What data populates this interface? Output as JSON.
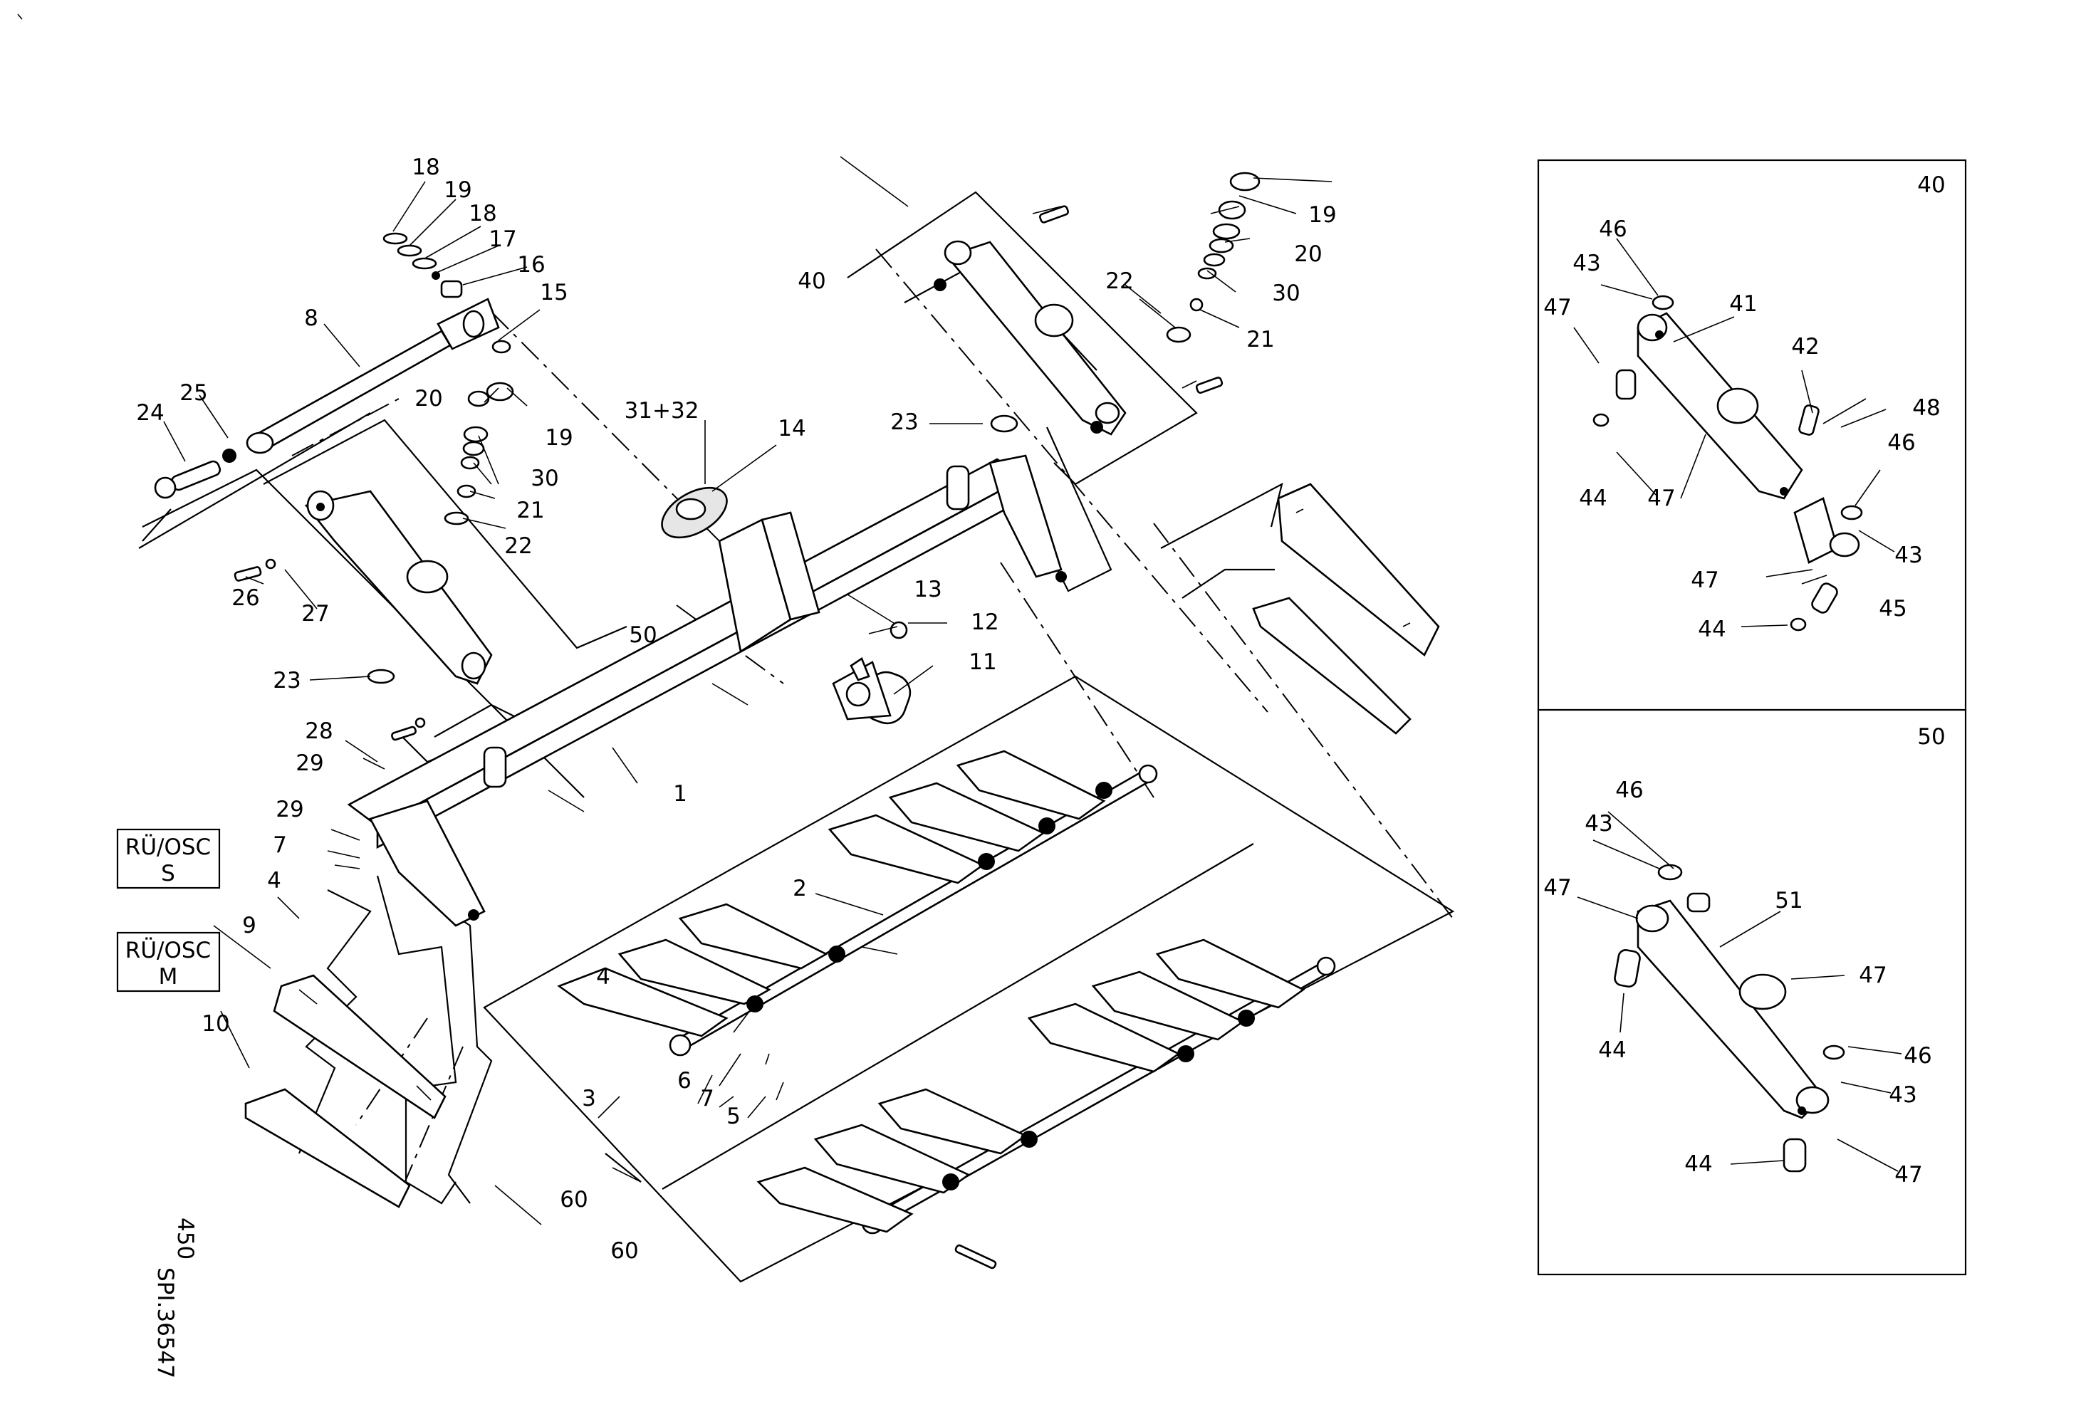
{
  "drawing": {
    "code": "SPI.36547",
    "page": "450"
  },
  "boxes": {
    "s_line1": "RÜ/OSC",
    "s_line2": "S",
    "m_line1": "RÜ/OSC",
    "m_line2": "M"
  },
  "insets": {
    "top_title": "40",
    "bottom_title": "50"
  },
  "callouts": {
    "c1": "1",
    "c2": "2",
    "c3": "3",
    "c4a": "4",
    "c4b": "4",
    "c5": "5",
    "c6": "6",
    "c7a": "7",
    "c7b": "7",
    "c8": "8",
    "c9": "9",
    "c10": "10",
    "c11": "11",
    "c12": "12",
    "c13": "13",
    "c14": "14",
    "c15": "15",
    "c16": "16",
    "c17": "17",
    "c18a": "18",
    "c18b": "18",
    "c19a": "19",
    "c19b": "19",
    "c19c": "19",
    "c20a": "20",
    "c20b": "20",
    "c21a": "21",
    "c21b": "21",
    "c22a": "22",
    "c22b": "22",
    "c23a": "23",
    "c23b": "23",
    "c24": "24",
    "c25": "25",
    "c26": "26",
    "c27": "27",
    "c28": "28",
    "c29a": "29",
    "c29b": "29",
    "c30a": "30",
    "c30b": "30",
    "c3132": "31+32",
    "c40": "40",
    "c50": "50",
    "c60a": "60",
    "c60b": "60",
    "i41": "41",
    "i42": "42",
    "i43a": "43",
    "i43b": "43",
    "i44a": "44",
    "i44b": "44",
    "i45": "45",
    "i46a": "46",
    "i46b": "46",
    "i47a": "47",
    "i47b": "47",
    "i47c": "47",
    "i48": "48",
    "j43a": "43",
    "j43b": "43",
    "j44a": "44",
    "j44b": "44",
    "j46a": "46",
    "j46b": "46",
    "j47a": "47",
    "j47b": "47",
    "j47c": "47",
    "j51": "51"
  }
}
